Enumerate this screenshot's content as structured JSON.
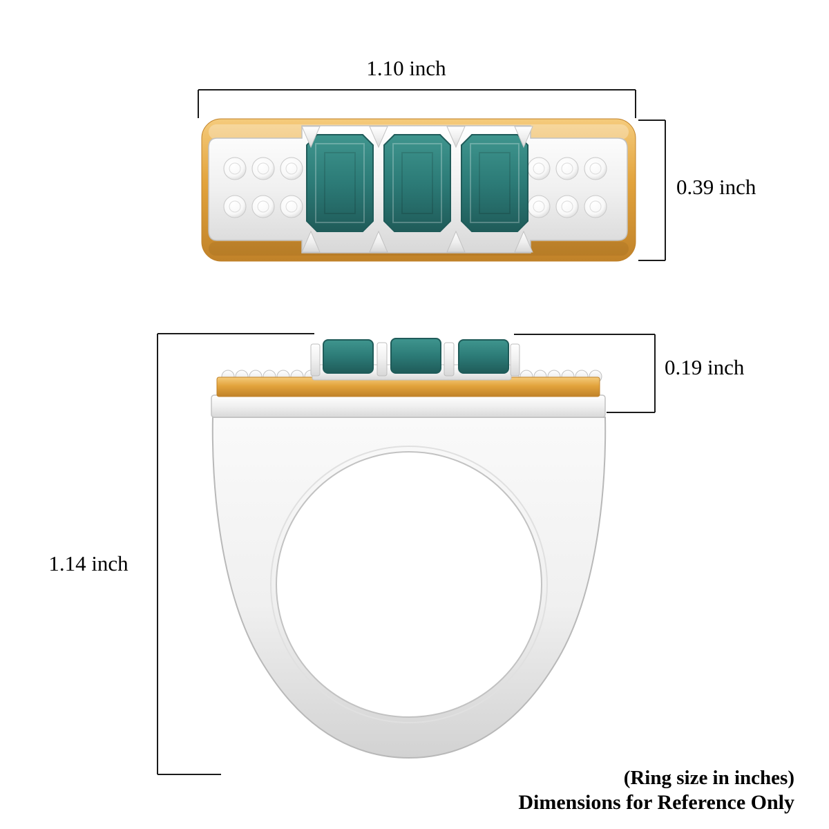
{
  "page": {
    "background": "#FFFFFF"
  },
  "annotations": {
    "top_width": "1.10 inch",
    "top_depth": "0.39 inch",
    "head_height": "0.19 inch",
    "ring_height": "1.14 inch"
  },
  "footer": {
    "line1": "(Ring size in inches)",
    "line2": "Dimensions for Reference Only"
  },
  "colors": {
    "gold": "#E2A33C",
    "gold_light": "#F5CB7C",
    "gold_dark": "#C08229",
    "silver": "#F0F0F0",
    "silver_light": "#FFFFFF",
    "silver_dark": "#D8D8D8",
    "silver_edge": "#C2C2C2",
    "emerald": "#2C7B77",
    "emerald_light": "#3F958E",
    "emerald_dark": "#1F5B59",
    "diamond_edge": "#C8C8C8",
    "dimension_line": "#1A1A1A",
    "text": "#000000"
  }
}
